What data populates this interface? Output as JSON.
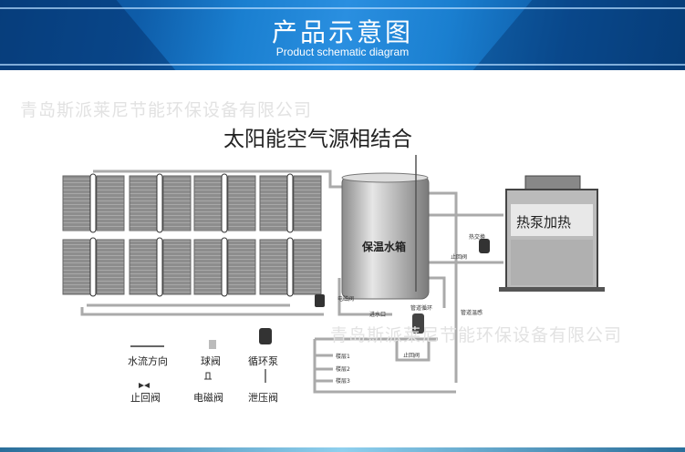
{
  "banner": {
    "title": "产品示意图",
    "subtitle": "Product schematic diagram"
  },
  "watermark": "青岛斯派莱尼节能环保设备有限公司",
  "diagram": {
    "title": "太阳能空气源相结合",
    "tank_label": "保温水箱",
    "heat_pump_label": "热泵加热",
    "labels": {
      "inlet": "进水口",
      "solenoid": "电磁阀",
      "check_valve": "止回阀",
      "heat_exchanger": "热交换",
      "pipe_temp": "管道温感",
      "pipe_circ": "管道循环",
      "floor1": "楼层1",
      "floor2": "楼层2",
      "floor3": "楼层3"
    }
  },
  "legend": [
    {
      "label": "水流方向",
      "icon": "arrow-left-icon"
    },
    {
      "label": "球阀",
      "icon": "ball-valve-icon"
    },
    {
      "label": "循环泵",
      "icon": "pump-icon"
    },
    {
      "label": "止回阀",
      "icon": "check-valve-icon"
    },
    {
      "label": "电磁阀",
      "icon": "solenoid-valve-icon"
    },
    {
      "label": "泄压阀",
      "icon": "relief-valve-icon"
    }
  ]
}
